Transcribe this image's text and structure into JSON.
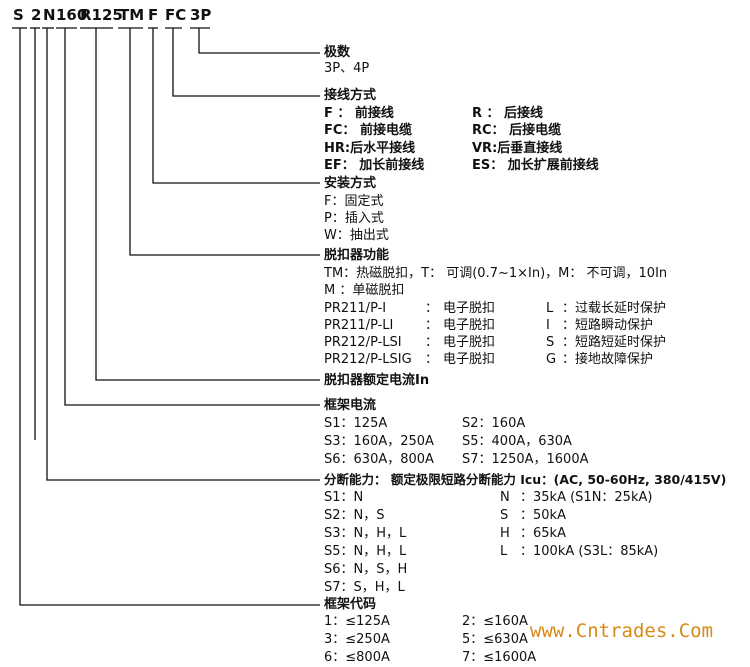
{
  "code_parts": [
    "S",
    "2",
    "N",
    "160",
    "R125",
    "TM",
    "F",
    "FC",
    "3P"
  ],
  "sections": {
    "poles": {
      "title": "极数",
      "lines": [
        "3P、4P"
      ]
    },
    "connection": {
      "title": "接线方式",
      "left": [
        "F ： 前接线",
        "FC： 前接电缆",
        "HR:后水平接线",
        "EF： 加长前接线"
      ],
      "right": [
        "R ： 后接线",
        "RC： 后接电缆",
        "VR:后垂直接线",
        "ES： 加长扩展前接线"
      ]
    },
    "install": {
      "title": "安装方式",
      "lines": [
        "F：固定式",
        "P：插入式",
        "W：抽出式"
      ]
    },
    "trip": {
      "title": "脱扣器功能",
      "line1": "TM：热磁脱扣，T： 可调(0.7~1×In)，M： 不可调，10In",
      "line2": "M  ：单磁脱扣",
      "rows": [
        [
          "PR211/P-I",
          "：",
          "电子脱扣",
          "L",
          "：过载长延时保护"
        ],
        [
          "PR211/P-LI",
          "：",
          "电子脱扣",
          "I",
          "：短路瞬动保护"
        ],
        [
          "PR212/P-LSI",
          "：",
          "电子脱扣",
          "S",
          "：短路短延时保护"
        ],
        [
          "PR212/P-LSIG",
          "：",
          "电子脱扣",
          "G",
          "：接地故障保护"
        ]
      ]
    },
    "rated": {
      "title": "脱扣器额定电流In"
    },
    "frame_current": {
      "title": "框架电流",
      "left": [
        "S1：125A",
        "S3：160A，250A",
        "S6：630A，800A"
      ],
      "right": [
        "S2：160A",
        "S5：400A，630A",
        "S7：1250A，1600A"
      ]
    },
    "breaking": {
      "title": "分断能力： 额定极限短路分断能力 Icu：(AC, 50-60Hz, 380/415V)",
      "left": [
        "S1：N",
        "S2：N，S",
        "S3：N，H，L",
        "S5：N，H，L",
        "S6：N，S，H",
        "S7：S，H，L"
      ],
      "right_keys": [
        "N",
        "S",
        "H",
        "L"
      ],
      "right_vals": [
        "：35kA (S1N：25kA)",
        "：50kA",
        "：65kA",
        "：100kA (S3L：85kA)"
      ]
    },
    "frame_code": {
      "title": "框架代码",
      "left": [
        "1：≤125A",
        "3：≤250A",
        "6：≤800A"
      ],
      "right": [
        "2：≤160A",
        "5：≤630A",
        "7：≤1600A"
      ]
    }
  },
  "watermark": "www.Cntrades.Com",
  "colors": {
    "line": "#111111",
    "watermark": "#d88a18"
  }
}
